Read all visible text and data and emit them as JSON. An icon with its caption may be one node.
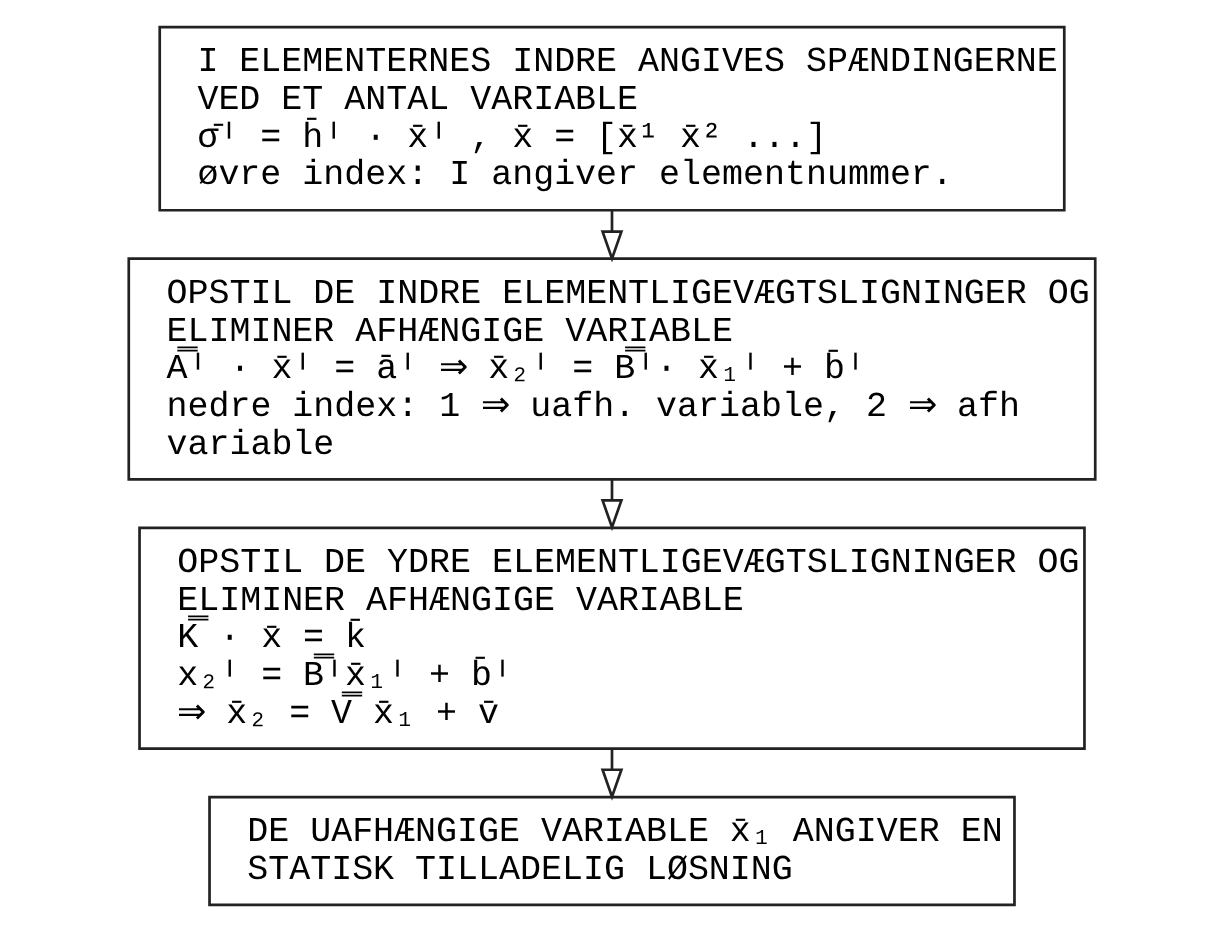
{
  "diagram": {
    "nodes": [
      {
        "text": [
          "I ELEMENTERNES INDRE ANGIVES SPÆNDINGERNE VED ET ANTAL VARIABLE",
          "σ̄ᴵ = h̄ᴵ · x̄ᴵ , x̄ = [x̄¹ x̄² ...]",
          "øvre index: I angiver elementnummer."
        ]
      },
      {
        "text": [
          "OPSTIL DE INDRE ELEMENTLIGEVÆGTSLIGNINGER OG ELIMINER AFHÆNGIGE VARIABLE",
          "A̿ᴵ · x̄ᴵ = āᴵ ⇒ x̄₂ᴵ = B̿ᴵ· x̄₁ᴵ + b̄ᴵ",
          "nedre index: 1 ⇒ uafh. variable, 2 ⇒ afh variable"
        ]
      },
      {
        "text": [
          "OPSTIL DE YDRE ELEMENTLIGEVÆGTSLIGNINGER OG ELIMINER AFHÆNGIGE VARIABLE",
          "K̿ · x̄ = k̄",
          "x₂ᴵ = B̿ᴵx̄₁ᴵ + b̄ᴵ",
          "⇒ x̄₂ = V̿ x̄₁ + v̄"
        ]
      },
      {
        "text": [
          "DE UAFHÆNGIGE VARIABLE x̄₁ ANGIVER EN STATISK TILLADELIG LØSNING"
        ]
      }
    ],
    "edges": [
      {
        "from": 0,
        "to": 1,
        "arrow": "to"
      },
      {
        "from": 1,
        "to": 2,
        "arrow": "to"
      },
      {
        "from": 2,
        "to": 3,
        "arrow": "to"
      }
    ]
  }
}
